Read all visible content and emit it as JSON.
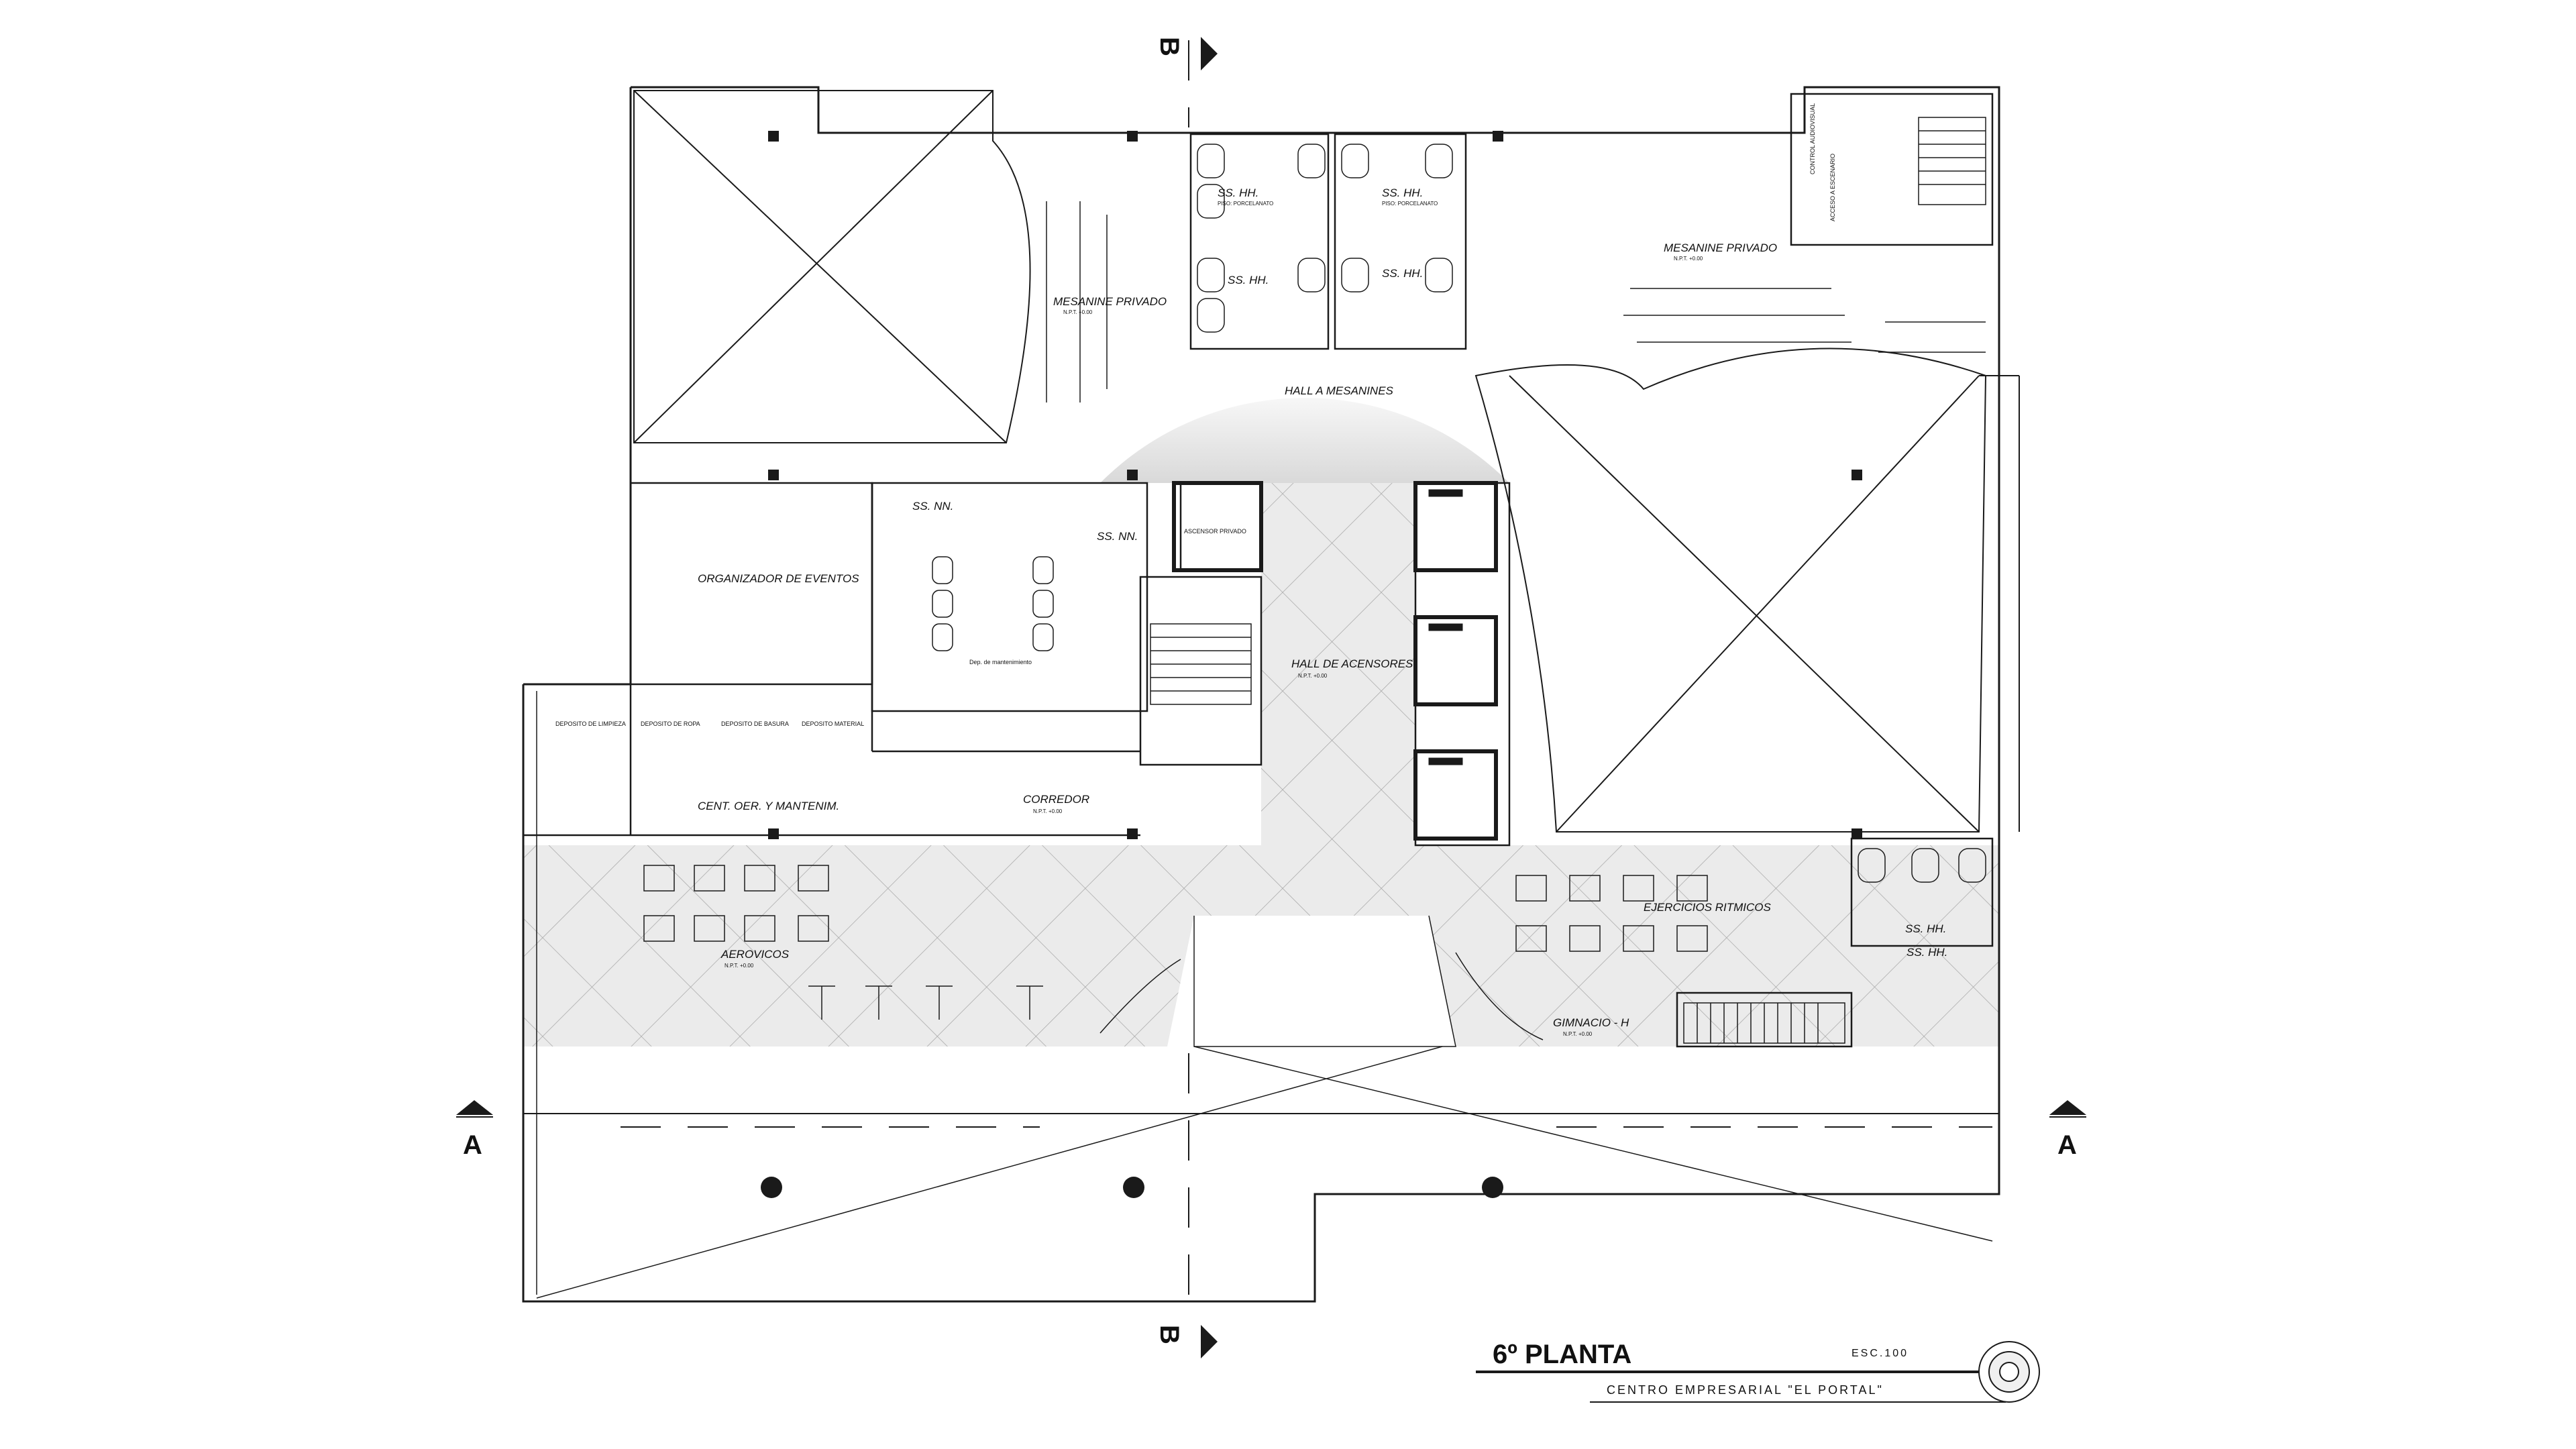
{
  "title_block": {
    "title": "6º PLANTA",
    "subtitle": "CENTRO EMPRESARIAL \"EL PORTAL\"",
    "scale": "ESC.100"
  },
  "section_marks": {
    "a_left": "A",
    "a_right": "A",
    "b_top": "B",
    "b_bottom": "B"
  },
  "rooms": {
    "mesanine_privado_left": "MESANINE PRIVADO",
    "mesanine_privado_right": "MESANINE PRIVADO",
    "hall_mesanines": "HALL A MESANINES",
    "hall_acensores": "HALL DE ACENSORES",
    "organizador_eventos": "ORGANIZADOR DE EVENTOS",
    "cent_oper": "CENT. OER. Y MANTENIM.",
    "corredor": "CORREDOR",
    "aerovicos": "AEROVICOS",
    "ejercicios_ritmicos": "EJERCICIOS RITMICOS",
    "gimnacio_h": "GIMNACIO - H",
    "ss_hh_1": "SS. HH.",
    "ss_hh_2": "SS. HH.",
    "ss_hh_3": "SS. HH.",
    "ss_hh_4": "SS. HH.",
    "ss_nn_1": "SS. NN.",
    "ss_nn_2": "SS. NN.",
    "ss_hh_gym": "SS. HH.",
    "ss_hh_side": "SS. HH."
  },
  "levels": {
    "npt": "N.P.T. +0.00",
    "piso": "PISO: PORCELANATO"
  },
  "small_labels": {
    "deposito_1": "DEPOSITO DE LIMPIEZA",
    "deposito_2": "DEPOSITO DE BASURA",
    "deposito_3": "DEPOSITO MATERIAL",
    "deposito_4": "DEPOSITO DE ROPA",
    "ascensor_privado": "ASCENSOR PRIVADO",
    "dep_mantenimiento": "Dep. de mantenimiento",
    "control_audiovisual": "CONTROL AUDIOVISUAL",
    "acceso_escenario": "ACCESO A ESCENARIO"
  },
  "colors": {
    "line": "#1a1a1a",
    "gray_floor": "#e9e9e9",
    "tile_line": "#9a9a9a"
  }
}
